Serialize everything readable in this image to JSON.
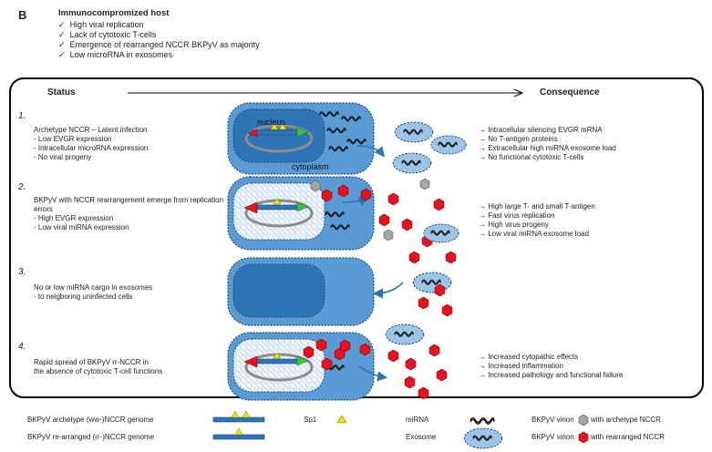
{
  "panel_letter": "B",
  "host": {
    "title": "Immunocompromized host",
    "items": [
      "High viral replication",
      "Lack of cytotoxic T-cells",
      "Emergence of rearranged NCCR BKPyV as majority",
      "Low microRNA in exosomes"
    ],
    "check_glyph": "✓"
  },
  "header": {
    "status": "Status",
    "consequence": "Consequence"
  },
  "rows": [
    {
      "number": "1.",
      "desc": [
        "Archetype NCCR – Latent infection",
        "-   Low EVGR expression",
        "-   Intracellular microRNA expression",
        "-   No viral progeny"
      ],
      "labels": {
        "nucleus": "nucleus",
        "cytoplasm": "cytoplasm"
      },
      "consequences": [
        "→  Intracellular silencing EVGR mRNA",
        "→  No T-antigen proteins",
        "→  Extracellular high miRNA exosome load",
        "→  No functional cytotoxic T-cells"
      ]
    },
    {
      "number": "2.",
      "desc": [
        "BKPyV with NCCR rearrangement emerge from replication",
        "errors",
        "- High EVGR expression",
        "- Low viral miRNA expression"
      ],
      "consequences": [
        "→  High large T- and small T-antigen",
        "→  Fast virus replication",
        "→  High virus progeny",
        "→  Low viral miRNA exosome load"
      ]
    },
    {
      "number": "3.",
      "desc": [
        "No or low miRNA cargo in exosomes",
        "- to neigboring uninfected cells"
      ],
      "consequences": []
    },
    {
      "number": "4.",
      "desc": [
        "Rapid spread of BKPyV rr-NCCR in",
        "the absence of cytotoxic T-cell functions"
      ],
      "consequences": [
        "→  Increased cytopathic effects",
        "→  Increased inflammation",
        "→  Increased pathology and functional failure"
      ]
    }
  ],
  "legend": {
    "archetype_genome": "BKPyV archetype (ww-)NCCR genome",
    "rearranged_genome": "BKPyV re-arranged (rr-)NCCR genome",
    "sp1": "Sp1",
    "mirna": "miRNA",
    "exosome": "Exosome",
    "virion": "BKPyV virion",
    "virion_archetype": "with archetype NCCR",
    "virion_rearranged": "with rearranged NCCR"
  },
  "colors": {
    "cell_fill": "#5b9bd5",
    "cell_light": "#9dc3e6",
    "virion_red": "#e8121e",
    "virion_grey": "#a6a6a6",
    "sp1_yellow": "#f2e600",
    "genome_blue": "#2e75b6",
    "frame": "#000000"
  }
}
